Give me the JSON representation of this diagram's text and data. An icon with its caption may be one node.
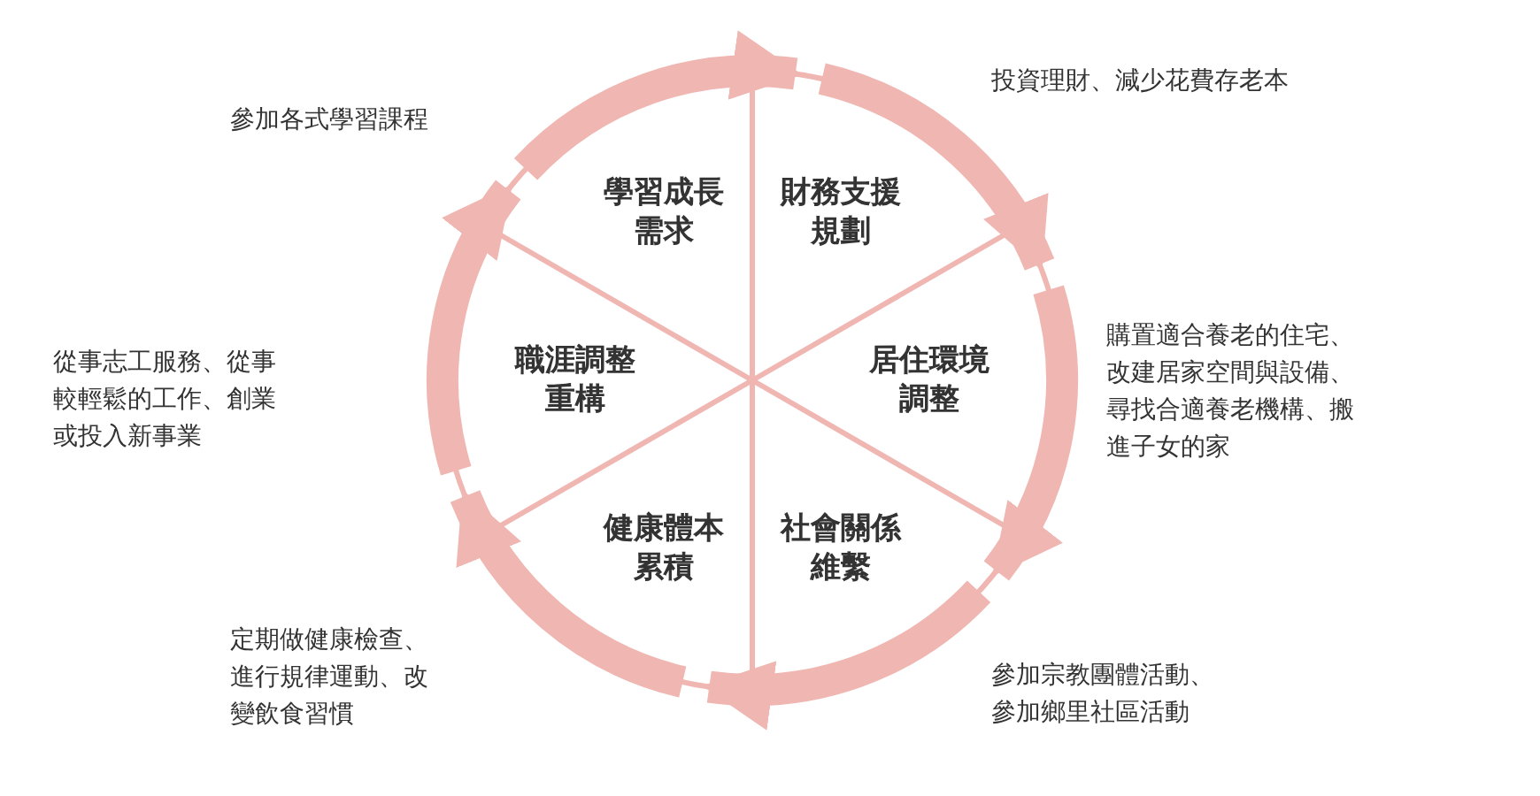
{
  "diagram": {
    "nodes": [
      {
        "text": [
          "學習成長需求"
        ]
      },
      {
        "text": [
          "財務支援規劃"
        ]
      },
      {
        "text": [
          "居住環境調整"
        ]
      },
      {
        "text": [
          "社會關係維繫"
        ]
      },
      {
        "text": [
          "健康體本累積"
        ]
      },
      {
        "text": [
          "職涯調整重構"
        ]
      }
    ],
    "edges": [
      {
        "from": 0,
        "to": 1,
        "arrow": "to"
      },
      {
        "from": 1,
        "to": 2,
        "arrow": "to"
      },
      {
        "from": 2,
        "to": 3,
        "arrow": "to"
      },
      {
        "from": 3,
        "to": 4,
        "arrow": "to"
      },
      {
        "from": 4,
        "to": 5,
        "arrow": "to"
      },
      {
        "from": 5,
        "to": 0,
        "arrow": "to"
      }
    ],
    "labels": [
      "參加各式學習課程",
      "投資理財、減少花費存老本",
      "從事志工服務、從事較輕鬆的工作、創業或投入新事業",
      "購置適合養老的住宅、改建居家空間與設備、尋找合適養老機構、搬進子女的家",
      "定期做健康檢查、進行規律運動、改變飲食習慣",
      "參加宗教團體活動、參加鄉里社區活動"
    ]
  }
}
